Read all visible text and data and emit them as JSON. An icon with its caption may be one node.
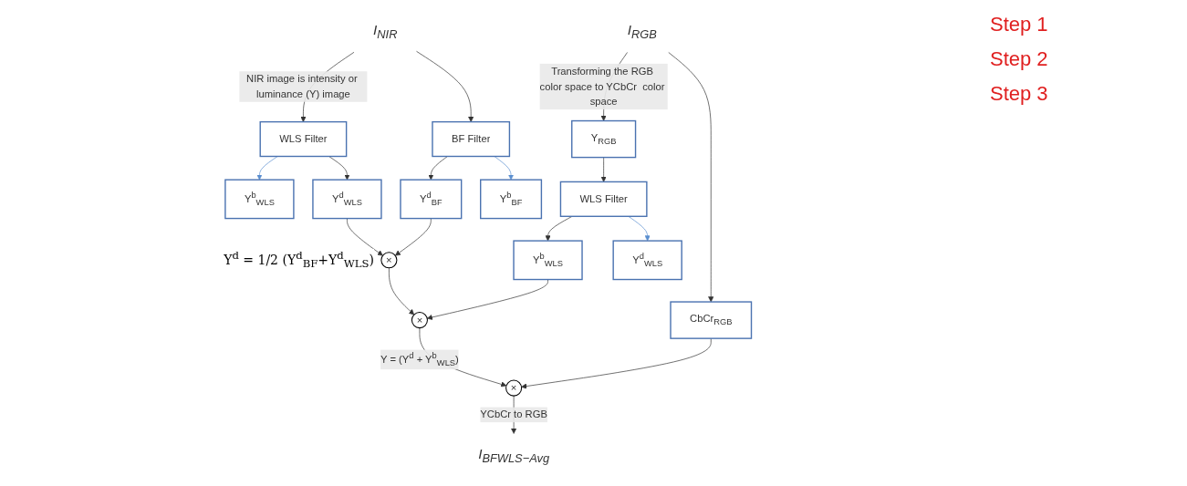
{
  "diagram": {
    "nodes": [
      {
        "text": [
          "I$_{RGB}$"
        ]
      },
      {
        "text": [
          "I$_{NIR}$"
        ]
      },
      {
        "text": [
          "WLS Filter"
        ]
      },
      {
        "text": [
          "BF Filter"
        ]
      },
      {
        "text": [
          "Y$_{RGB}$"
        ]
      },
      {
        "text": [
          "CbCr$_{RGB}$"
        ]
      },
      {
        "text": [
          "WLS Filter"
        ]
      },
      {
        "text": [
          "Y$^{b}$$_{WLS}$"
        ]
      },
      {
        "text": [
          "Y$^{d}$$_{WLS}$"
        ]
      },
      {
        "text": [
          "Y$^{d}$$_{BF}$"
        ]
      },
      {
        "text": [
          "Y$^{b}$$_{BF}$"
        ]
      },
      {
        "text": [
          "Y$^{b}$$_{WLS}$"
        ]
      },
      {
        "text": [
          "Y$^{d}$$_{WLS}$"
        ]
      },
      {
        "text": [
          "×"
        ],
        "beside": [
          "Y$^{d}$ = 1/2 (Y$^{d}$$_{BF}$+Y$^{d}$$_{WLS}$)"
        ]
      },
      {
        "text": [
          "×"
        ]
      },
      {
        "text": [
          "×"
        ]
      },
      {
        "text": [
          "I$_{BFWLS−Avg}$"
        ]
      }
    ],
    "edges": [
      {
        "from": 0,
        "to": 4,
        "arrow": "to",
        "label": "Transforming the RGB color space to YCbCr  color space"
      },
      {
        "from": 0,
        "to": 5,
        "arrow": "to"
      },
      {
        "from": 1,
        "to": 2,
        "arrow": "to",
        "label": "NIR image is intensity or luminance (Y) image"
      },
      {
        "from": 1,
        "to": 3,
        "arrow": "to"
      },
      {
        "from": 2,
        "to": 7,
        "arrow": "to",
        "color": "#5b8fd0"
      },
      {
        "from": 2,
        "to": 8,
        "arrow": "to"
      },
      {
        "from": 3,
        "to": 9,
        "arrow": "to"
      },
      {
        "from": 3,
        "to": 10,
        "arrow": "to",
        "color": "#5b8fd0"
      },
      {
        "from": 4,
        "to": 6,
        "arrow": "to"
      },
      {
        "from": 6,
        "to": 11,
        "arrow": "to"
      },
      {
        "from": 6,
        "to": 12,
        "arrow": "to",
        "color": "#5b8fd0"
      },
      {
        "from": 8,
        "to": 13,
        "arrow": "to"
      },
      {
        "from": 9,
        "to": 13,
        "arrow": "to"
      },
      {
        "from": 13,
        "to": 14,
        "arrow": "to"
      },
      {
        "from": 11,
        "to": 14,
        "arrow": "to"
      },
      {
        "from": 14,
        "to": 15,
        "arrow": "to",
        "label": "Y = (Y$^{d}$ + Y$^{b}$$_{WLS}$)"
      },
      {
        "from": 5,
        "to": 15,
        "arrow": "to"
      },
      {
        "from": 15,
        "to": 16,
        "arrow": "to",
        "label": "YCbCr to RGB"
      }
    ],
    "labels": [
      "Step 1",
      "Step 2",
      "Step 3"
    ]
  }
}
